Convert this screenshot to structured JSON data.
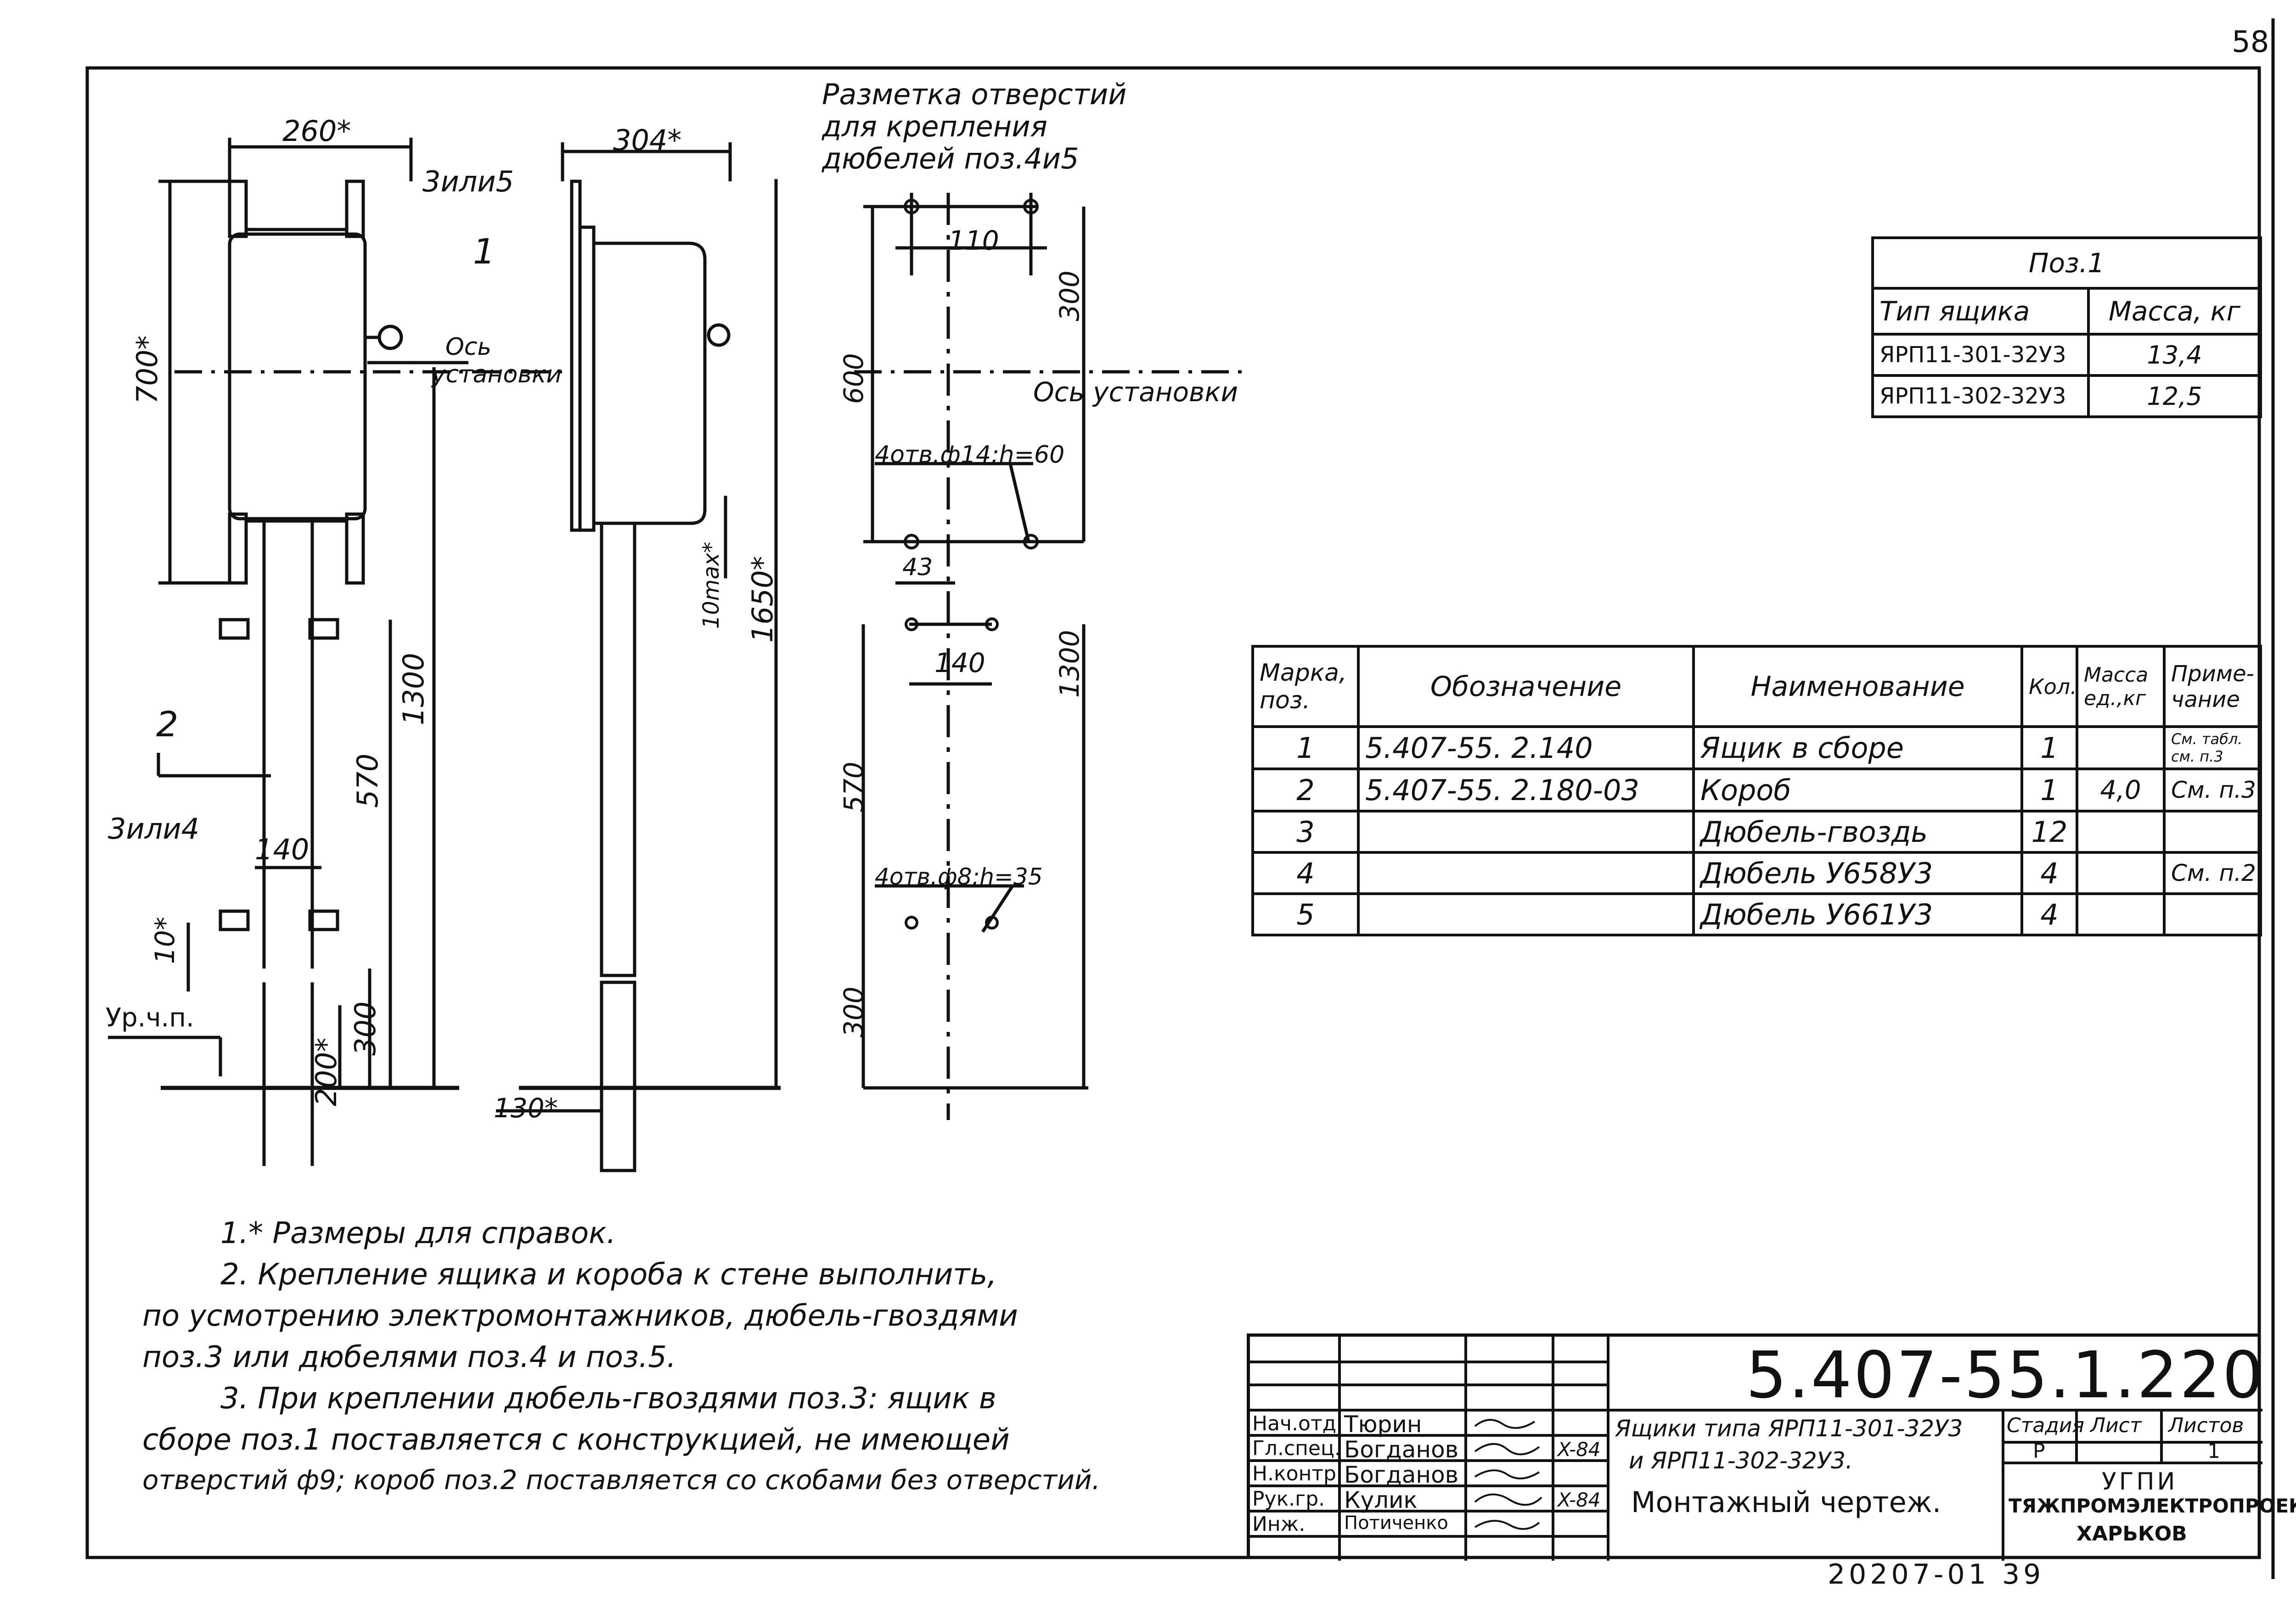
{
  "sheet_number": "58",
  "drawing_number": "5.407-55.1.220",
  "archive_number": "20207-01 39",
  "views": {
    "front": {
      "dim_width": "260*",
      "dim_height_box": "700*",
      "dim_1300": "1300",
      "dim_570": "570",
      "dim_140": "140",
      "dim_10": "10*",
      "dim_300": "300",
      "dim_200": "200*",
      "callout_3_or_5": "3или5",
      "callout_1": "1",
      "callout_2": "2",
      "callout_3_or_4": "3или4",
      "axis_label_1": "Ось",
      "axis_label_2": "установки",
      "floor_label": "Ур.ч.п."
    },
    "side": {
      "dim_width": "304*",
      "dim_10max": "10max*",
      "dim_1650": "1650*",
      "dim_130": "130*"
    },
    "holes": {
      "title_line1": "Разметка отверстий",
      "title_line2": "для крепления",
      "title_line3": "дюбелей поз.4и5",
      "dim_110": "110",
      "dim_300_top": "300",
      "dim_600": "600",
      "axis_label": "Ось установки",
      "holes_large": "4отв.ф14;h=60",
      "dim_43": "43",
      "dim_140": "140",
      "dim_1300": "1300",
      "dim_570": "570",
      "holes_small": "4отв.ф8;h=35",
      "dim_300_bottom": "300"
    }
  },
  "pos1_table": {
    "title": "Поз.1",
    "headers": [
      "Тип ящика",
      "Масса, кг"
    ],
    "rows": [
      [
        "ЯРП11-301-32У3",
        "13,4"
      ],
      [
        "ЯРП11-302-32У3",
        "12,5"
      ]
    ]
  },
  "spec_table": {
    "headers": [
      "Марка, поз.",
      "Обозначение",
      "Наименование",
      "Кол.",
      "Масса ед.,кг",
      "Приме-чание"
    ],
    "rows": [
      [
        "1",
        "5.407-55. 2.140",
        "Ящик в сборе",
        "1",
        "",
        "См. табл. см. п.3"
      ],
      [
        "2",
        "5.407-55. 2.180-03",
        "Короб",
        "1",
        "4,0",
        "См. п.3"
      ],
      [
        "3",
        "",
        "Дюбель-гвоздь",
        "12",
        "",
        ""
      ],
      [
        "4",
        "",
        "Дюбель У658У3",
        "4",
        "",
        "См. п.2"
      ],
      [
        "5",
        "",
        "Дюбель У661У3",
        "4",
        "",
        ""
      ]
    ]
  },
  "notes": [
    "1.* Размеры для справок.",
    "2. Крепление ящика и короба к стене выполнить,",
    "по усмотрению электромонтажников, дюбель-гвоздями",
    "поз.3 или дюбелями поз.4 и поз.5.",
    "3. При креплении дюбель-гвоздями поз.3: ящик в",
    "сборе поз.1 поставляется с конструкцией, не имеющей",
    "отверстий ф9; короб поз.2 поставляется со скобами без отверстий."
  ],
  "title_block": {
    "code": "5.407-55.1.220",
    "roles": [
      "Нач.отд.",
      "Гл.спец.",
      "Н.контр.",
      "Рук.гр.",
      "Инж."
    ],
    "names": [
      "Тюрин",
      "Богданов",
      "Богданов",
      "Кулик",
      "Потиченко"
    ],
    "dates": [
      "",
      "X-84",
      "",
      "X-84",
      ""
    ],
    "title_line1": "Ящики типа ЯРП11-301-32У3",
    "title_line2": "и ЯРП11-302-32У3.",
    "title_line3": "Монтажный чертеж.",
    "stage_label": "Стадия",
    "sheet_label": "Лист",
    "sheets_label": "Листов",
    "stage": "Р",
    "sheets": "1",
    "org_line1": "УГПИ",
    "org_line2": "ТЯЖПРОМЭЛЕКТРОПРОЕКТ",
    "org_line3": "ХАРЬКОВ"
  }
}
